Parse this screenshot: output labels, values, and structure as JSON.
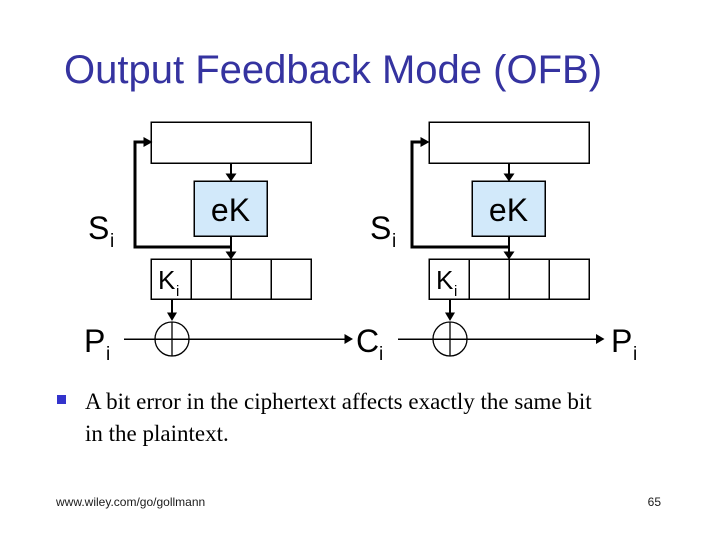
{
  "slide": {
    "title": "Output Feedback Mode (OFB)",
    "bullet_text": "A bit error in the ciphertext affects exactly the same bit in the plaintext.",
    "footer_url": "www.wiley.com/go/gollmann",
    "page_number": "65"
  },
  "colors": {
    "title": "#3533a0",
    "bullet_marker": "#3333cc",
    "encrypt_box_fill": "#d2e9fa",
    "diagram_line": "#000000"
  },
  "diagram": {
    "encrypt_label": "eK",
    "state_label": {
      "base": "S",
      "sub": "i"
    },
    "key_label": {
      "base": "K",
      "sub": "i"
    },
    "plaintext_label": {
      "base": "P",
      "sub": "i"
    },
    "ciphertext_label": {
      "base": "C",
      "sub": "i"
    }
  }
}
